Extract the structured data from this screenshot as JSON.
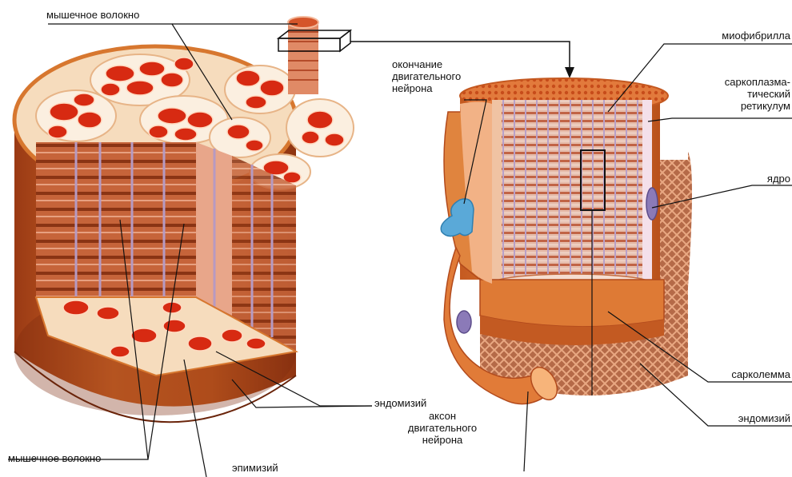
{
  "labels": {
    "muscle_fiber_top": "мышечное волокно",
    "muscle_fiber_bottom": "мышечное волокно",
    "epimysium": "эпимизий",
    "endomysium_left": "эндомизий",
    "axon": "аксон\nдвигательного\nнейрона",
    "motor_neuron_ending": "окончание\nдвигательного\nнейрона",
    "myofibril": "миофибрилла",
    "sarcoplasmic_reticulum": "саркоплазма-\nтический\nретикулум",
    "nucleus": "ядро",
    "sarcolemma": "сарколемма",
    "endomysium_right": "эндомизий"
  },
  "colors": {
    "muscle_dark": "#b24a1c",
    "muscle_mid": "#d8712f",
    "muscle_light": "#f1b58d",
    "fiber_red": "#d72a12",
    "connective": "#f7e2c7",
    "membrane_edge": "#c96b2e",
    "nerve_blue": "#5aa9d8",
    "nucleus_purple": "#8b7ab8",
    "leader_line": "#111111"
  }
}
